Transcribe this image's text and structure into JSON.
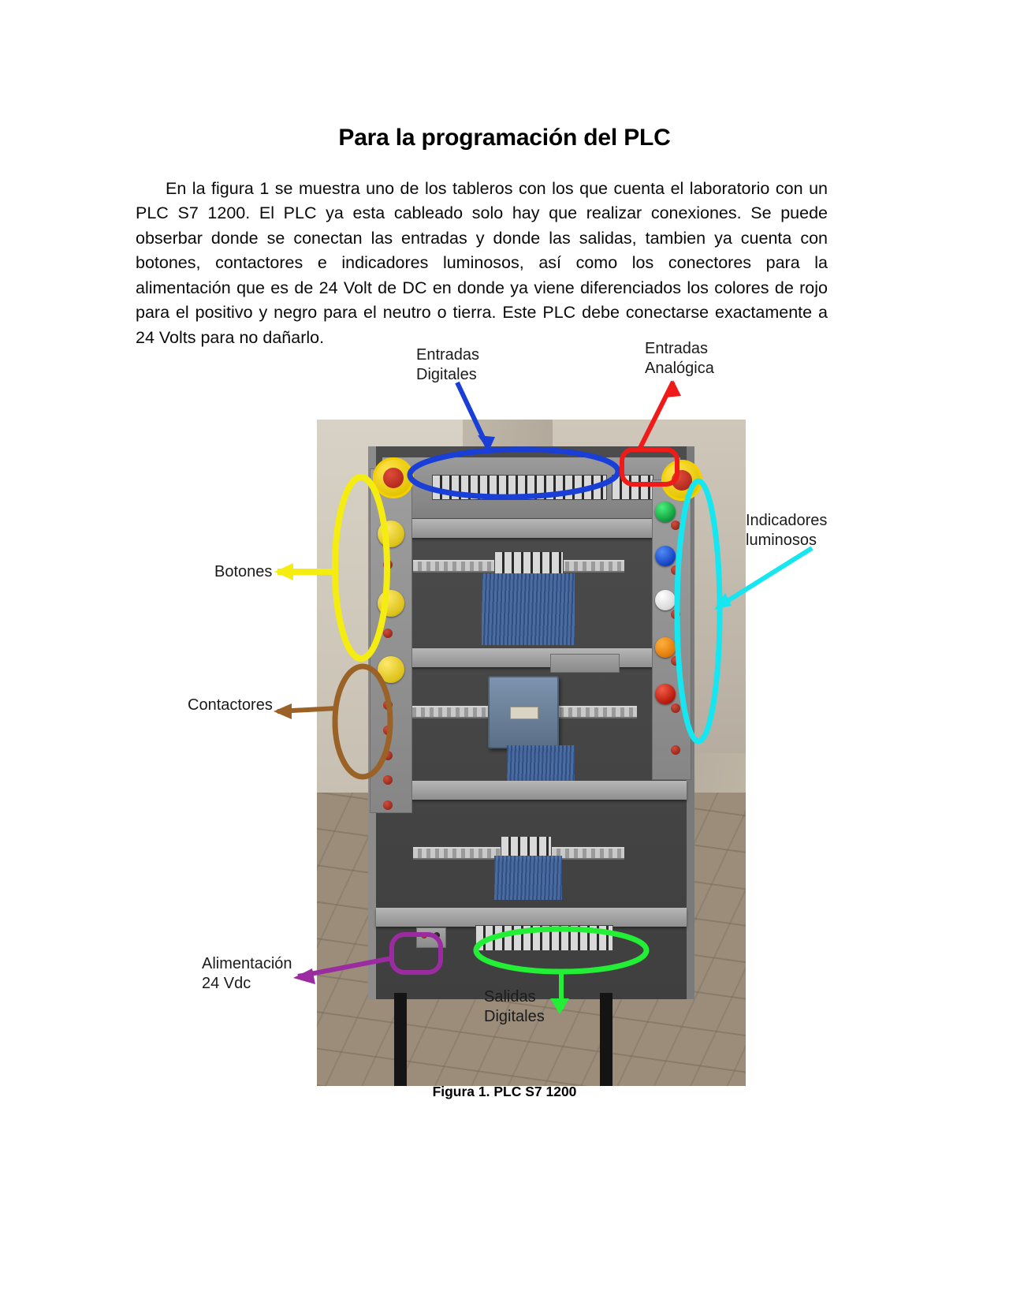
{
  "document": {
    "title": "Para la programación del PLC",
    "paragraph": "En la figura 1 se muestra uno de los tableros con los que cuenta el laboratorio con un PLC S7 1200. El PLC ya esta cableado solo hay que realizar conexiones. Se puede obserbar donde se conectan las entradas y donde las salidas, tambien ya cuenta con botones, contactores e indicadores luminosos, así como los conectores para la alimentación que es de 24 Volt de DC en donde ya viene diferenciados los colores de rojo para el positivo y negro para el neutro o tierra. Este PLC debe conectarse exactamente a 24 Volts para no dañarlo.",
    "figure_caption": "Figura 1. PLC S7 1200"
  },
  "annotations": [
    {
      "id": "entradas-digitales",
      "label": "Entradas\nDigitales",
      "color": "#1a3fd6"
    },
    {
      "id": "entradas-analogica",
      "label": "Entradas\nAnalógica",
      "color": "#ee1b18"
    },
    {
      "id": "indicadores-luminosos",
      "label": "Indicadores\nluminosos",
      "color": "#16e6f0"
    },
    {
      "id": "botones",
      "label": "Botones",
      "color": "#f5ec12"
    },
    {
      "id": "contactores",
      "label": "Contactores",
      "color": "#9a6227"
    },
    {
      "id": "alimentacion",
      "label": "Alimentación\n24 Vdc",
      "color": "#9b2ba0"
    },
    {
      "id": "salidas-digitales",
      "label": "Salidas\nDigitales",
      "color": "#22ef36"
    }
  ],
  "figure": {
    "alt_subject": "PLC S7 1200 control panel photograph",
    "plc_model_text": "S7 1200"
  }
}
